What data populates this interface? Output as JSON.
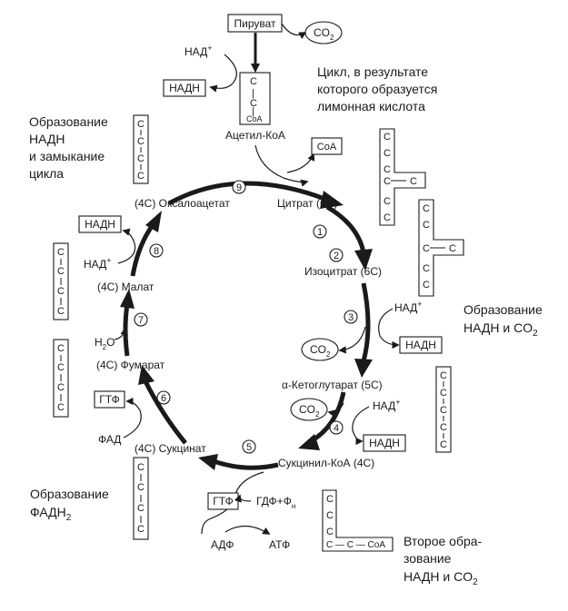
{
  "molecules": {
    "pyruvate": "Пируват",
    "acetyl_coa": "Ацетил-КоА",
    "citrate": "Цитрат (6С)",
    "isocitrate": "Изоцитрат (6С)",
    "alpha_ketoglutarate": "α-Кетоглутарат (5С)",
    "succinyl_coa": "Сукцинил-КоА (4С)",
    "succinate": "(4С) Сукцинат",
    "fumarate": "(4С) Фумарат",
    "malate": "(4С) Малат",
    "oxaloacetate": "(4С) Оксалоацетат"
  },
  "cofactors": {
    "co2": "CO",
    "co2_sub": "2",
    "nad_plus": "НАД",
    "plus_sup": "+",
    "nadh": "НАДН",
    "coa": "CoA",
    "gtp": "ГТФ",
    "gdp_fn": "ГДФ+Ф",
    "gdp_fn_sub": "н",
    "adp": "АДФ",
    "atp": "АТФ",
    "fad": "ФАД",
    "h2o": "H",
    "h2o_sub": "2",
    "h2o_tail": "O"
  },
  "steps": [
    "1",
    "2",
    "3",
    "4",
    "5",
    "6",
    "7",
    "8",
    "9"
  ],
  "chain": {
    "c": "C",
    "bond": "|",
    "coa": "CoA",
    "side_c": "C",
    "tail": "C — C — CoA"
  },
  "annotations": {
    "cycle_desc_1": "Цикл, в результате",
    "cycle_desc_2": "которого образуется",
    "cycle_desc_3": "лимонная кислота",
    "nadh_close_1": "Образование",
    "nadh_close_2": "НАДН",
    "nadh_close_3": "и замыкание",
    "nadh_close_4": "цикла",
    "nadh_co2_1": "Образование",
    "nadh_co2_2": "НАДН и CO",
    "nadh_co2_sub": "2",
    "fadh2_1": "Образование",
    "fadh2_2": "ФАДН",
    "fadh2_sub": "2",
    "second_1": "Второе обра-",
    "second_2": "зование",
    "second_3": "НАДН и CO",
    "second_sub": "2"
  }
}
